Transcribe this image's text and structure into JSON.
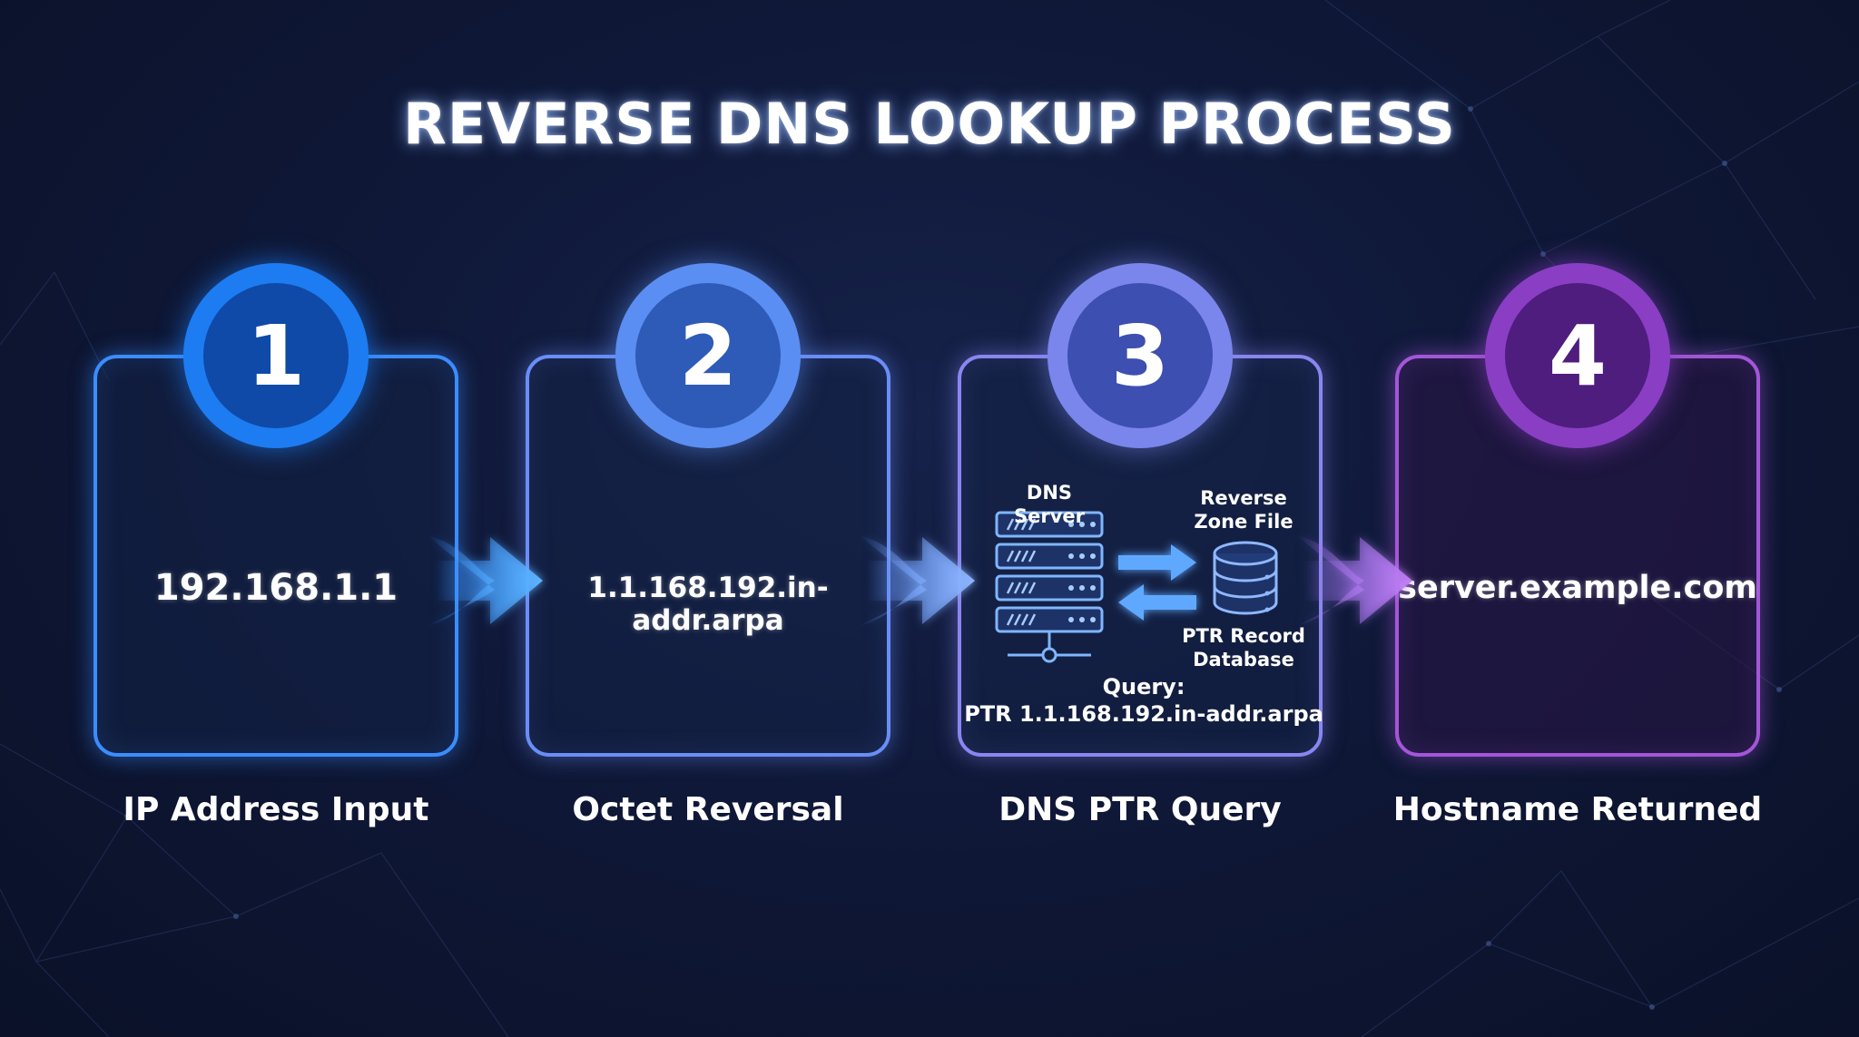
{
  "title": "REVERSE DNS LOOKUP PROCESS",
  "steps": [
    {
      "number": "1",
      "value": "192.168.1.1",
      "label": "IP Address Input"
    },
    {
      "number": "2",
      "value": "1.1.168.192.in-addr.arpa",
      "label": "Octet Reversal"
    },
    {
      "number": "3",
      "label": "DNS PTR Query"
    },
    {
      "number": "4",
      "value": "server.example.com",
      "label": "Hostname Returned"
    }
  ],
  "query_panel": {
    "server_label": "DNS Server",
    "zone_label": [
      "Reverse",
      "Zone File"
    ],
    "db_label": [
      "PTR Record",
      "Database"
    ],
    "query_title": "Query:",
    "query_value": "PTR 1.1.168.192.in-addr.arpa"
  },
  "colors": {
    "step1": "#1d7cf2",
    "step2": "#5b8ef2",
    "step3": "#7a86ec",
    "step4": "#8a3ec4",
    "background": "#0f1838"
  },
  "icons": [
    "arrow-right-icon",
    "server-rack-icon",
    "database-icon",
    "exchange-arrows-icon"
  ]
}
